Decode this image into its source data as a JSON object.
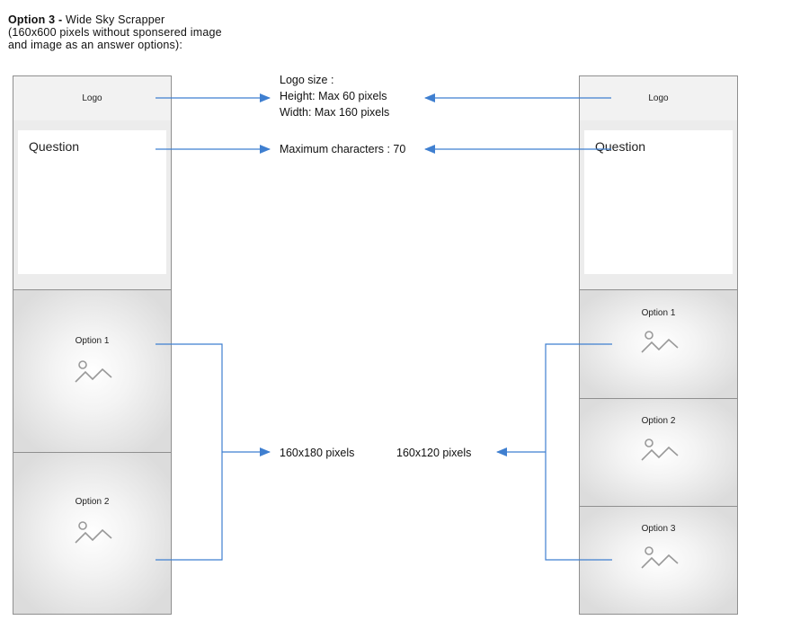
{
  "header": {
    "bold_prefix": "Option 3 -",
    "title_rest": " Wide Sky Scrapper",
    "line2": "(160x600 pixels without sponsered image",
    "line3": "and image as an answer options):"
  },
  "left_mock": {
    "logo_label": "Logo",
    "question_label": "Question",
    "options": [
      "Option 1",
      "Option 2"
    ]
  },
  "right_mock": {
    "logo_label": "Logo",
    "question_label": "Question",
    "options": [
      "Option 1",
      "Option 2",
      "Option 3"
    ]
  },
  "annotations": {
    "logo_title": "Logo size :",
    "logo_height": "Height: Max 60 pixels",
    "logo_width": "Width: Max 160 pixels",
    "max_chars": "Maximum characters : 70",
    "left_option_size": "160x180 pixels",
    "right_option_size": "160x120 pixels"
  },
  "colors": {
    "arrow": "#3f7fd0",
    "border": "#8f8f8f"
  },
  "icons": {
    "option_image": "image-placeholder-icon"
  }
}
